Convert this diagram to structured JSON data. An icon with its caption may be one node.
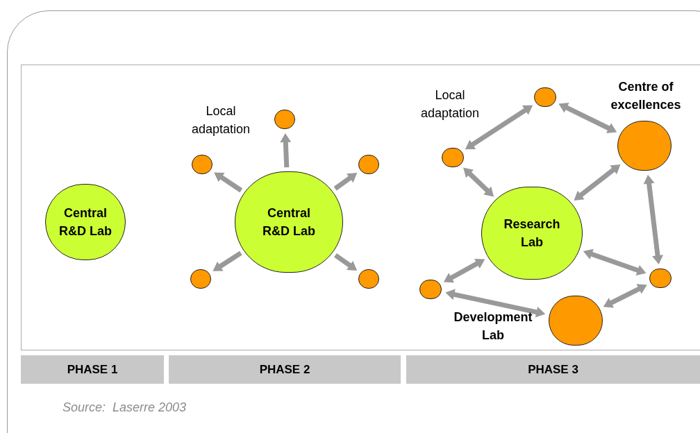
{
  "diagram": {
    "caption": "Source:  Laserre 2003",
    "nodes": [
      {
        "text": [
          "Central R&D Lab"
        ]
      },
      {
        "text": [
          "Central R&D Lab"
        ]
      },
      {
        "text": [],
        "shape": "circle"
      },
      {
        "text": [],
        "shape": "circle"
      },
      {
        "text": [],
        "shape": "circle"
      },
      {
        "text": [],
        "shape": "circle"
      },
      {
        "text": [],
        "shape": "circle"
      },
      {
        "text": [
          "Research Lab"
        ]
      },
      {
        "text": [],
        "shape": "circle"
      },
      {
        "text": [],
        "shape": "circle"
      },
      {
        "text": [],
        "shape": "circle",
        "beside": [
          "Centre of excellences"
        ]
      },
      {
        "text": [],
        "shape": "circle"
      },
      {
        "text": [],
        "shape": "circle"
      },
      {
        "text": [],
        "shape": "circle",
        "beside": [
          "Development Lab"
        ]
      },
      {
        "text": [
          "PHASE 1"
        ]
      },
      {
        "text": [
          "PHASE 2"
        ]
      },
      {
        "text": [
          "PHASE 3"
        ]
      }
    ],
    "edges": [
      {
        "from": 1,
        "to": 2,
        "arrow": "to"
      },
      {
        "from": 1,
        "to": 3,
        "arrow": "to"
      },
      {
        "from": 1,
        "to": 4,
        "arrow": "to"
      },
      {
        "from": 1,
        "to": 5,
        "arrow": "to"
      },
      {
        "from": 1,
        "to": 6,
        "arrow": "to"
      },
      {
        "from": 9,
        "to": 8,
        "arrow": "both"
      },
      {
        "from": 8,
        "to": 10,
        "arrow": "both"
      },
      {
        "from": 9,
        "to": 7,
        "arrow": "both"
      },
      {
        "from": 7,
        "to": 10,
        "arrow": "both"
      },
      {
        "from": 10,
        "to": 11,
        "arrow": "both"
      },
      {
        "from": 7,
        "to": 11,
        "arrow": "both"
      },
      {
        "from": 12,
        "to": 7,
        "arrow": "both"
      },
      {
        "from": 12,
        "to": 13,
        "arrow": "both"
      },
      {
        "from": 13,
        "to": 11,
        "arrow": "both"
      }
    ],
    "labels": [
      "Local adaptation",
      "Local adaptation"
    ]
  }
}
